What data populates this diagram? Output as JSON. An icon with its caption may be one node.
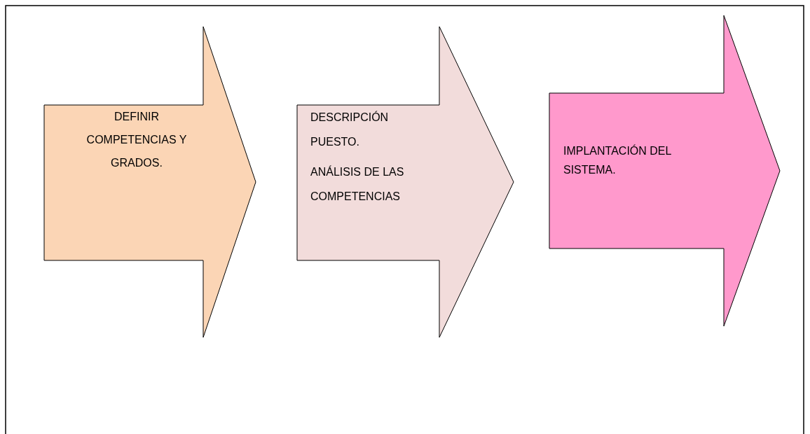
{
  "diagram": {
    "nodes": [
      {
        "text": [
          "DEFINIR COMPETENCIAS Y GRADOS."
        ]
      },
      {
        "text": [
          "DESCRIPCIÓN PUESTO.",
          "ANÁLISIS DE LAS COMPETENCIAS"
        ]
      },
      {
        "text": [
          "IMPLANTACIÓN DEL SISTEMA."
        ]
      }
    ],
    "edges": []
  }
}
